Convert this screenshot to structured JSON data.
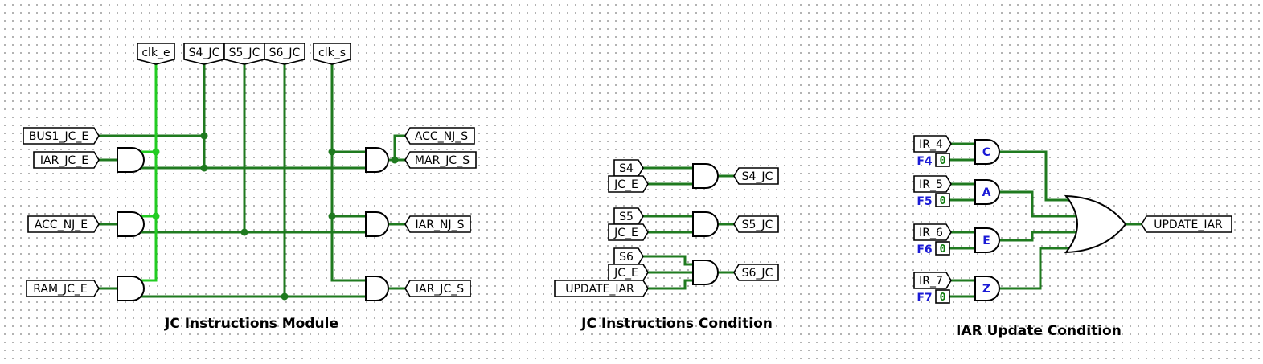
{
  "titles": {
    "module": "JC Instructions Module",
    "condition": "JC  Instructions Condition",
    "iar": "IAR Update Condition"
  },
  "module": {
    "top_pins": [
      "clk_e",
      "S4_JC",
      "S5_JC",
      "S6_JC",
      "clk_s"
    ],
    "left_pins": [
      "BUS1_JC_E",
      "IAR_JC_E",
      "ACC_NJ_E",
      "RAM_JC_E"
    ],
    "right_pins": [
      "ACC_NJ_S",
      "MAR_JC_S",
      "IAR_NJ_S",
      "IAR_JC_S"
    ]
  },
  "condition": {
    "inputs": [
      "S4",
      "JC_E",
      "S5",
      "JC_E",
      "S6",
      "JC_E",
      "UPDATE_IAR"
    ],
    "outputs": [
      "S4_JC",
      "S5_JC",
      "S6_JC"
    ]
  },
  "iar": {
    "inputs": [
      "IR_4",
      "IR_5",
      "IR_6",
      "IR_7"
    ],
    "flags": [
      "F4",
      "F5",
      "F6",
      "F7"
    ],
    "constants": [
      "0",
      "0",
      "0",
      "0"
    ],
    "gate_labels": [
      "C",
      "A",
      "E",
      "Z"
    ],
    "output": "UPDATE_IAR"
  },
  "colors": {
    "wire": "#1f7a1f",
    "wire_active": "#22cc22",
    "label_blue": "#1a1ad6"
  }
}
